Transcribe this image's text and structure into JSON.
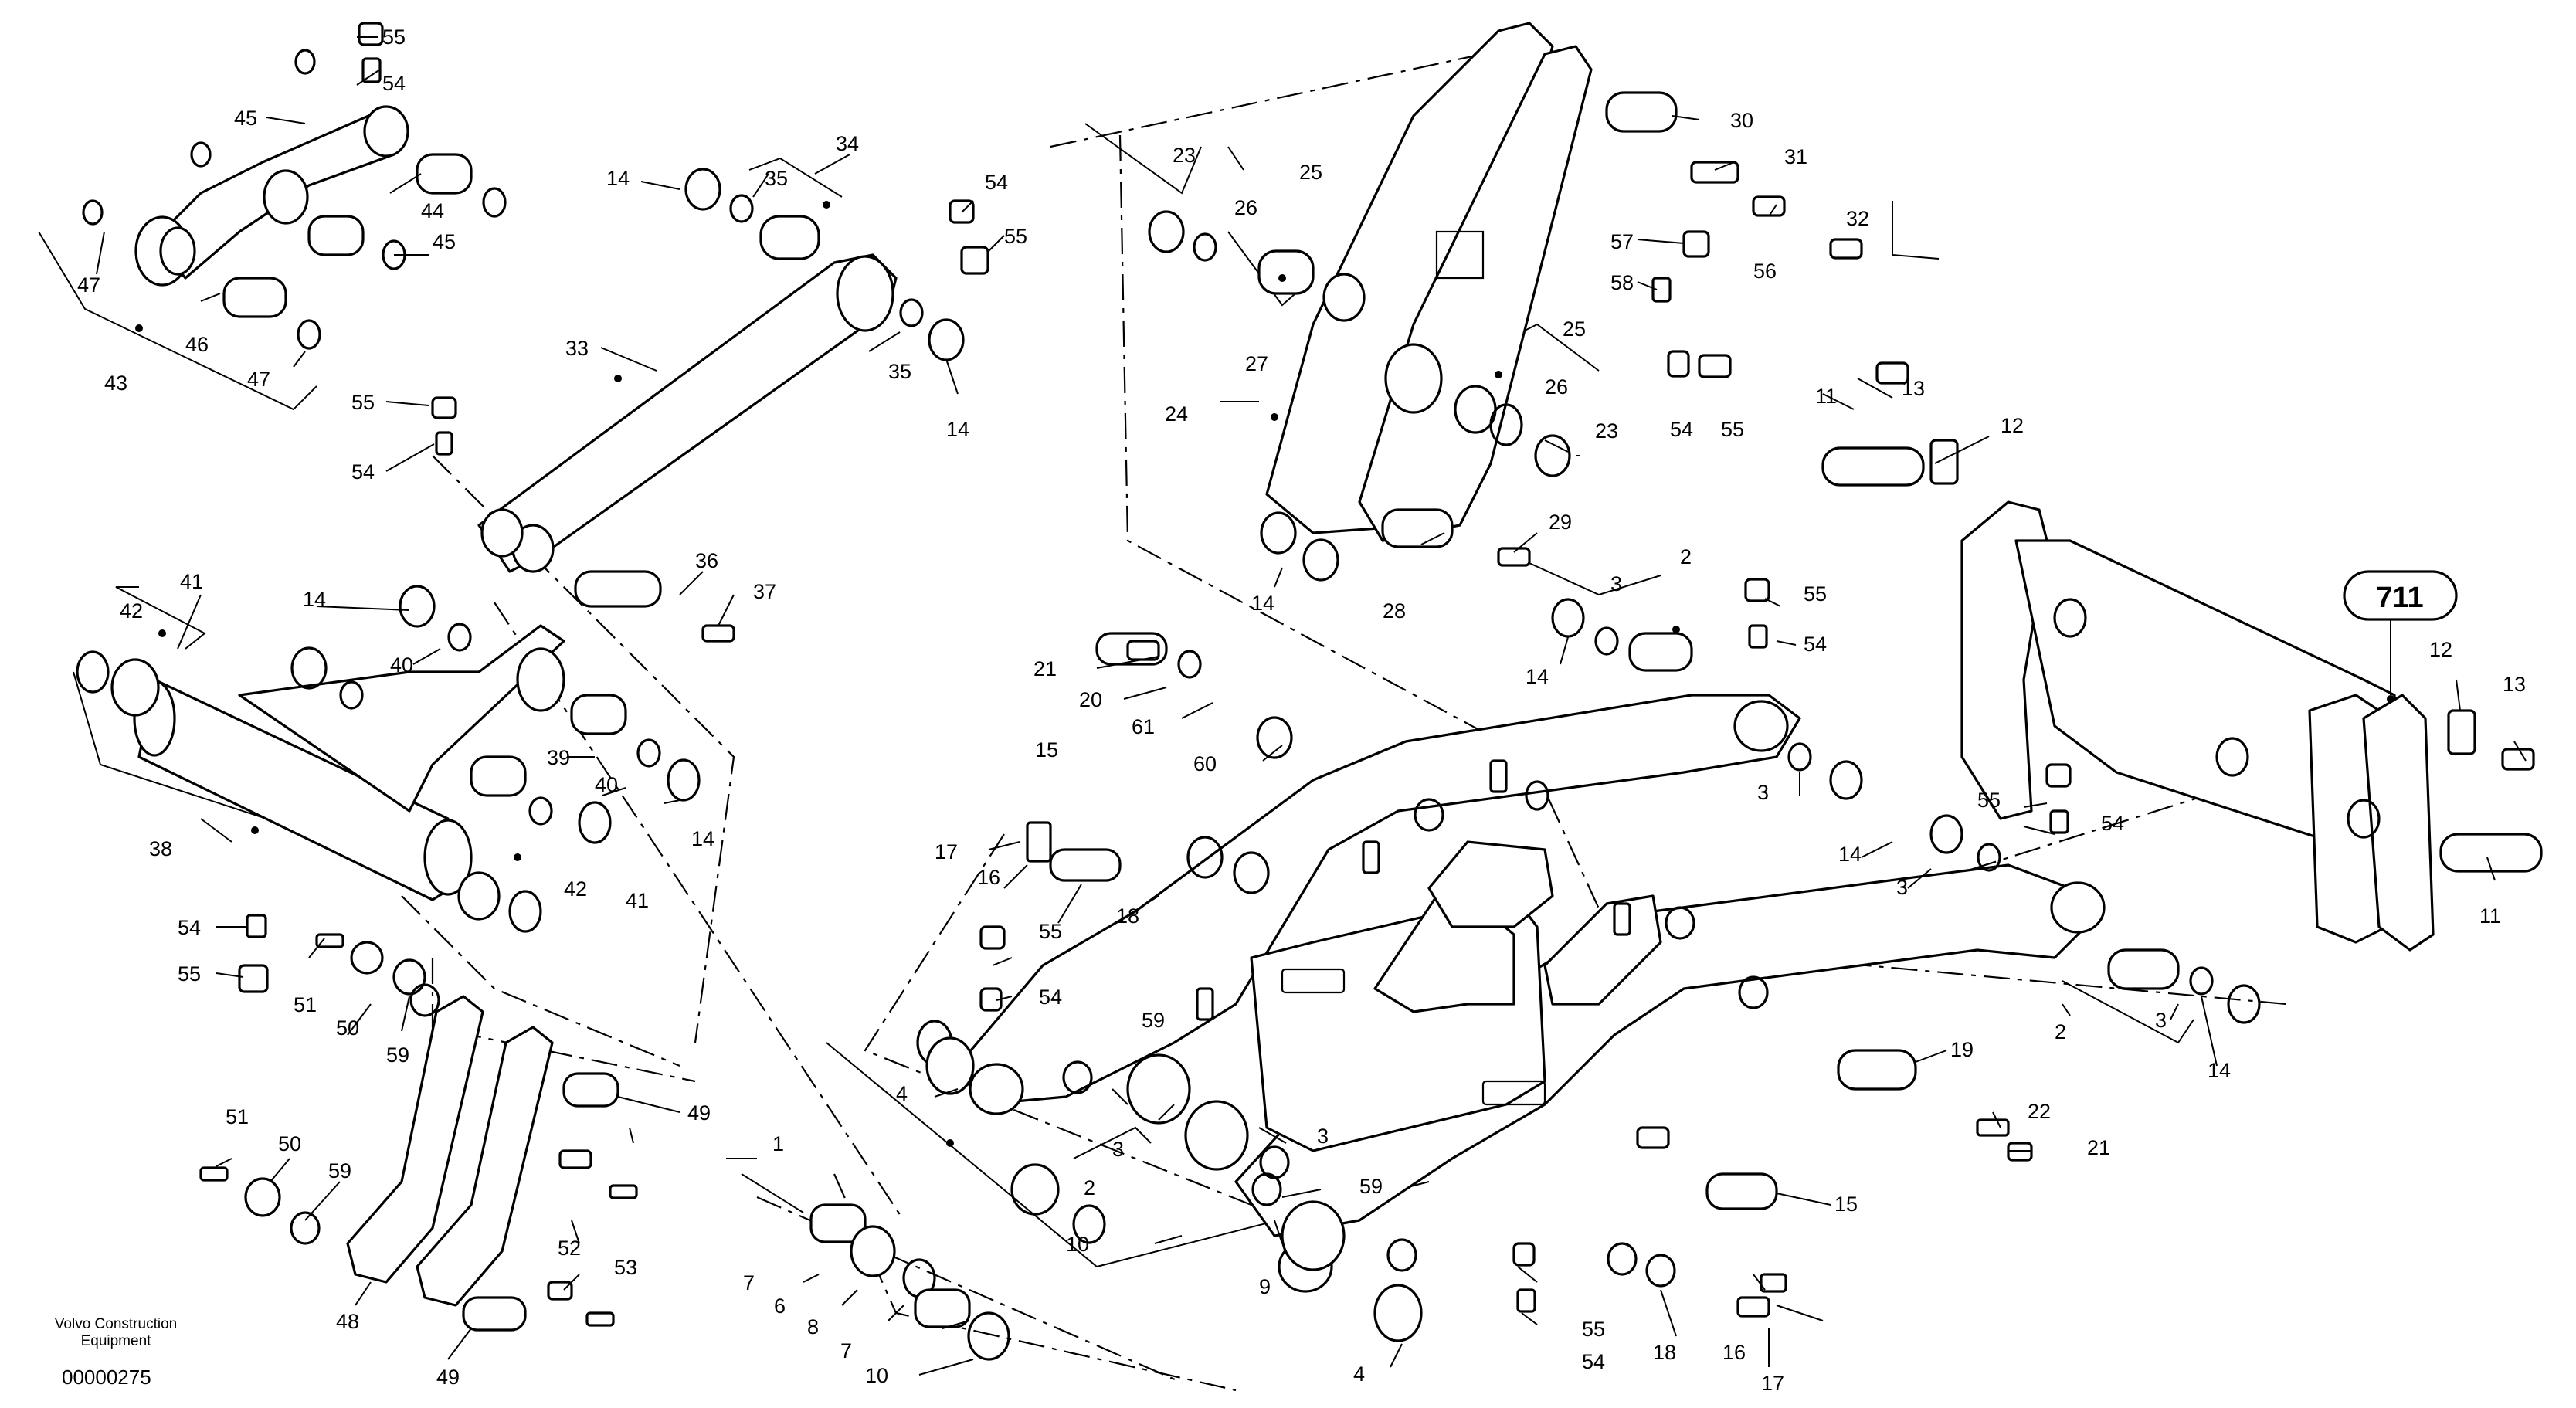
{
  "brand": {
    "line1": "Volvo Construction",
    "line2": "Equipment"
  },
  "doc_number": "00000275",
  "group_ref": "711",
  "callouts": {
    "c1": "1",
    "c2a": "2",
    "c2b": "2",
    "c2c": "2",
    "c3a": "3",
    "c3b": "3",
    "c3c": "3",
    "c3d": "3",
    "c3e": "3",
    "c3f": "3",
    "c4a": "4",
    "c4b": "4",
    "c6": "6",
    "c7a": "7",
    "c7b": "7",
    "c8": "8",
    "c9": "9",
    "c10a": "10",
    "c10b": "10",
    "c11a": "11",
    "c11b": "11",
    "c12a": "12",
    "c12b": "12",
    "c13a": "13",
    "c13b": "13",
    "c14a": "14",
    "c14b": "14",
    "c14c": "14",
    "c14d": "14",
    "c14e": "14",
    "c14f": "14",
    "c14g": "14",
    "c14h": "14",
    "c15a": "15",
    "c15b": "15",
    "c16a": "16",
    "c16b": "16",
    "c17a": "17",
    "c17b": "17",
    "c18a": "18",
    "c18b": "18",
    "c19": "19",
    "c20": "20",
    "c21a": "21",
    "c21b": "21",
    "c22": "22",
    "c23a": "23",
    "c23b": "23",
    "c24": "24",
    "c25a": "25",
    "c25b": "25",
    "c26a": "26",
    "c26b": "26",
    "c27": "27",
    "c28": "28",
    "c29": "29",
    "c30": "30",
    "c31": "31",
    "c32": "32",
    "c33": "33",
    "c34": "34",
    "c35a": "35",
    "c35b": "35",
    "c36": "36",
    "c37": "37",
    "c38": "38",
    "c39": "39",
    "c40a": "40",
    "c40b": "40",
    "c41a": "41",
    "c41b": "41",
    "c42a": "42",
    "c42b": "42",
    "c43": "43",
    "c44": "44",
    "c45a": "45",
    "c45b": "45",
    "c46": "46",
    "c47a": "47",
    "c47b": "47",
    "c48": "48",
    "c49a": "49",
    "c49b": "49",
    "c50a": "50",
    "c50b": "50",
    "c51a": "51",
    "c51b": "51",
    "c52": "52",
    "c53": "53",
    "c54a": "54",
    "c54b": "54",
    "c54c": "54",
    "c54d": "54",
    "c54e": "54",
    "c54f": "54",
    "c54g": "54",
    "c54h": "54",
    "c54i": "54",
    "c55a": "55",
    "c55b": "55",
    "c55c": "55",
    "c55d": "55",
    "c55e": "55",
    "c55f": "55",
    "c55g": "55",
    "c55h": "55",
    "c55i": "55",
    "c56": "56",
    "c57": "57",
    "c58": "58",
    "c59a": "59",
    "c59b": "59",
    "c59c": "59",
    "c59d": "59",
    "c60": "60",
    "c61": "61"
  }
}
